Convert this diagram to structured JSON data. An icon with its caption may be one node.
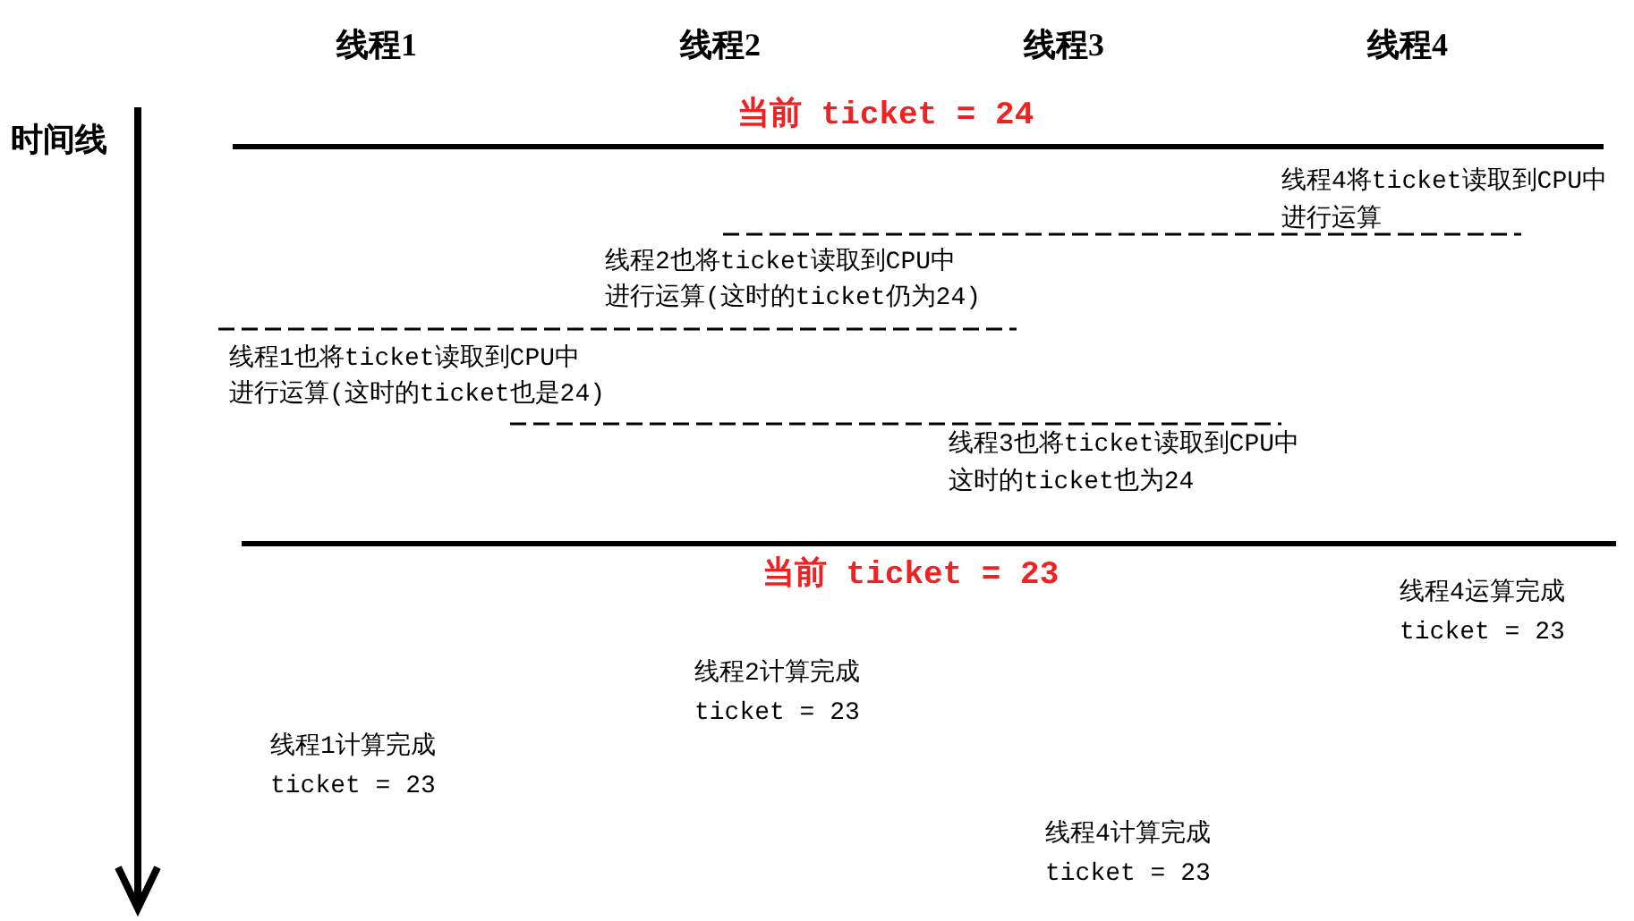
{
  "diagram": {
    "labels": [
      "线程1",
      "线程2",
      "线程3",
      "线程4",
      "时间线",
      "当前 ticket = 24",
      "线程4将ticket读取到CPU中",
      "进行运算",
      "线程2也将ticket读取到CPU中",
      "进行运算(这时的ticket仍为24)",
      "线程1也将ticket读取到CPU中",
      "进行运算(这时的ticket也是24)",
      "线程3也将ticket读取到CPU中",
      "这时的ticket也为24",
      "当前 ticket = 23",
      "线程4运算完成",
      "ticket = 23",
      "线程2计算完成",
      "ticket = 23",
      "线程1计算完成",
      "ticket = 23",
      "线程4计算完成",
      "ticket = 23"
    ]
  }
}
